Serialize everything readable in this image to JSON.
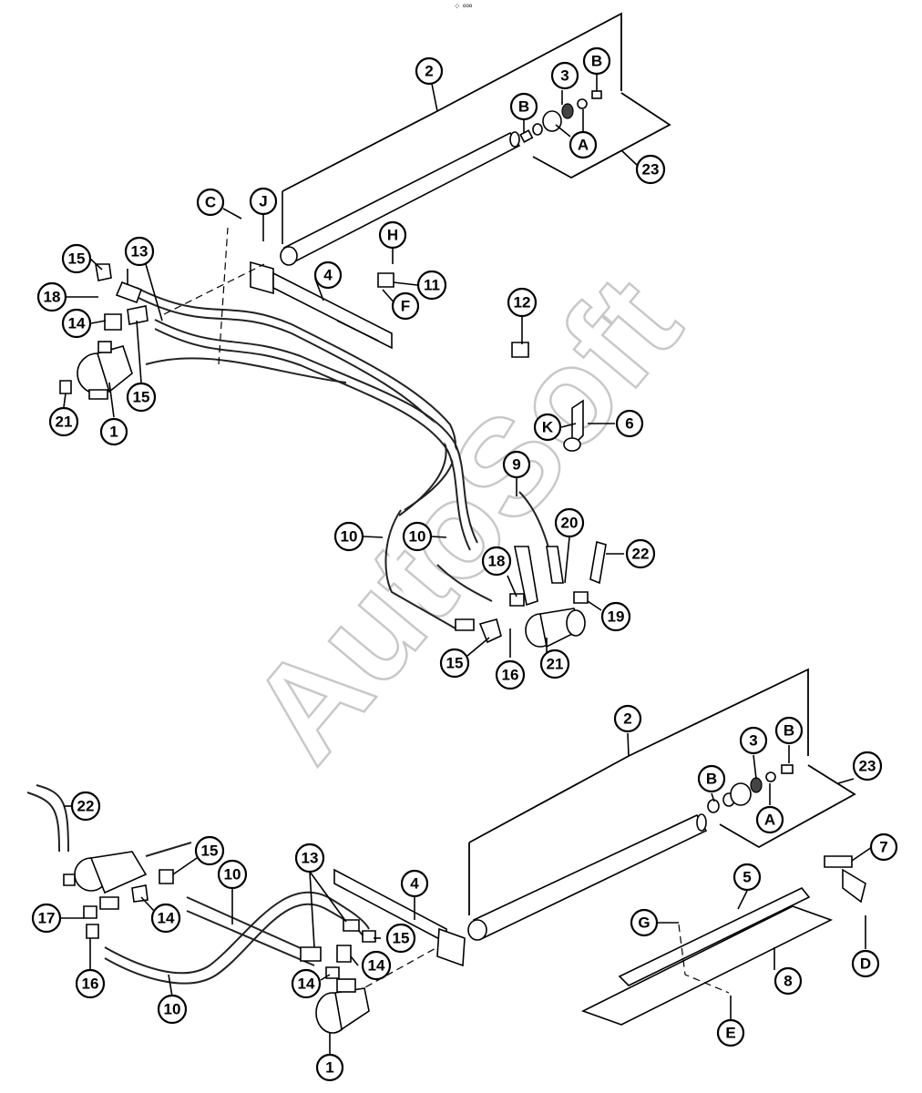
{
  "header": {
    "mark": "⁘ ᵒᵒᵒ"
  },
  "watermark": {
    "text": "AutoSoft",
    "color": "#c8c8c8"
  },
  "callouts": [
    {
      "id": "c2a",
      "label": "2"
    },
    {
      "id": "c3a",
      "label": "3"
    },
    {
      "id": "cBa1",
      "label": "B"
    },
    {
      "id": "cBa2",
      "label": "B"
    },
    {
      "id": "cAa",
      "label": "A"
    },
    {
      "id": "c23a",
      "label": "23"
    },
    {
      "id": "cC",
      "label": "C"
    },
    {
      "id": "cJ",
      "label": "J"
    },
    {
      "id": "cH",
      "label": "H"
    },
    {
      "id": "c11",
      "label": "11"
    },
    {
      "id": "cF",
      "label": "F"
    },
    {
      "id": "c4a",
      "label": "4"
    },
    {
      "id": "c12",
      "label": "12"
    },
    {
      "id": "c15a",
      "label": "15"
    },
    {
      "id": "c13a",
      "label": "13"
    },
    {
      "id": "c18a",
      "label": "18"
    },
    {
      "id": "c14a",
      "label": "14"
    },
    {
      "id": "c15b",
      "label": "15"
    },
    {
      "id": "c21a",
      "label": "21"
    },
    {
      "id": "c1a",
      "label": "1"
    },
    {
      "id": "cK",
      "label": "K"
    },
    {
      "id": "c6",
      "label": "6"
    },
    {
      "id": "c9",
      "label": "9"
    },
    {
      "id": "c10a",
      "label": "10"
    },
    {
      "id": "c10b",
      "label": "10"
    },
    {
      "id": "c20",
      "label": "20"
    },
    {
      "id": "c22a",
      "label": "22"
    },
    {
      "id": "c18b",
      "label": "18"
    },
    {
      "id": "c19",
      "label": "19"
    },
    {
      "id": "c15c",
      "label": "15"
    },
    {
      "id": "c16a",
      "label": "16"
    },
    {
      "id": "c21b",
      "label": "21"
    },
    {
      "id": "c2b",
      "label": "2"
    },
    {
      "id": "c3b",
      "label": "3"
    },
    {
      "id": "cBb1",
      "label": "B"
    },
    {
      "id": "cBb2",
      "label": "B"
    },
    {
      "id": "cAb",
      "label": "A"
    },
    {
      "id": "c23b",
      "label": "23"
    },
    {
      "id": "c22b",
      "label": "22"
    },
    {
      "id": "c15d",
      "label": "15"
    },
    {
      "id": "c10c",
      "label": "10"
    },
    {
      "id": "c13b",
      "label": "13"
    },
    {
      "id": "c4b",
      "label": "4"
    },
    {
      "id": "c17",
      "label": "17"
    },
    {
      "id": "c14b",
      "label": "14"
    },
    {
      "id": "c15e",
      "label": "15"
    },
    {
      "id": "c16b",
      "label": "16"
    },
    {
      "id": "c10d",
      "label": "10"
    },
    {
      "id": "c14c",
      "label": "14"
    },
    {
      "id": "c14d",
      "label": "14"
    },
    {
      "id": "c1b",
      "label": "1"
    },
    {
      "id": "c7",
      "label": "7"
    },
    {
      "id": "c5",
      "label": "5"
    },
    {
      "id": "cG",
      "label": "G"
    },
    {
      "id": "c8",
      "label": "8"
    },
    {
      "id": "cD",
      "label": "D"
    },
    {
      "id": "cE",
      "label": "E"
    }
  ]
}
